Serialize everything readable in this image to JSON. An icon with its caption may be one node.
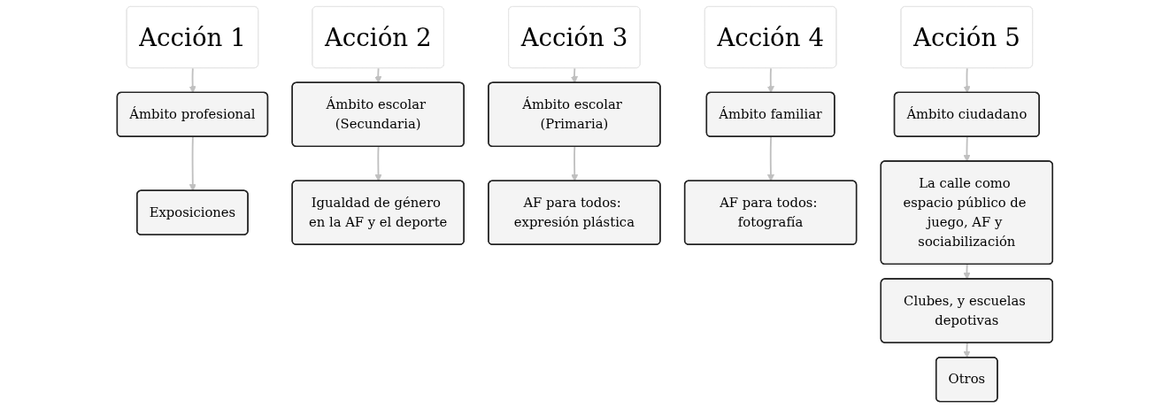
{
  "diagram": {
    "nodes": [
      {
        "text": [
          "Acción 1"
        ]
      },
      {
        "text": [
          "Ámbito profesional"
        ]
      },
      {
        "text": [
          "Exposiciones"
        ]
      },
      {
        "text": [
          "Acción 2"
        ]
      },
      {
        "text": [
          "Ámbito escolar (Secundaria)"
        ]
      },
      {
        "text": [
          "Igualdad de género en la AF y el deporte"
        ]
      },
      {
        "text": [
          "Acción 3"
        ]
      },
      {
        "text": [
          "Ámbito escolar (Primaria)"
        ]
      },
      {
        "text": [
          "AF para todos: expresión plástica"
        ]
      },
      {
        "text": [
          "Acción 4"
        ]
      },
      {
        "text": [
          "Ámbito familiar"
        ]
      },
      {
        "text": [
          "AF para todos: fotografía"
        ]
      },
      {
        "text": [
          "Acción 5"
        ]
      },
      {
        "text": [
          "Ámbito ciudadano"
        ]
      },
      {
        "text": [
          "La calle como espacio público de juego, AF y sociabilización"
        ]
      },
      {
        "text": [
          "Clubes, y escuelas depotivas"
        ]
      },
      {
        "text": [
          "Otros"
        ]
      }
    ],
    "edges": [
      {
        "from": 0,
        "to": 1,
        "arrow": "to"
      },
      {
        "from": 1,
        "to": 2,
        "arrow": "to"
      },
      {
        "from": 3,
        "to": 4,
        "arrow": "to"
      },
      {
        "from": 4,
        "to": 5,
        "arrow": "to"
      },
      {
        "from": 6,
        "to": 7,
        "arrow": "to"
      },
      {
        "from": 7,
        "to": 8,
        "arrow": "to"
      },
      {
        "from": 9,
        "to": 10,
        "arrow": "to"
      },
      {
        "from": 10,
        "to": 11,
        "arrow": "to"
      },
      {
        "from": 12,
        "to": 13,
        "arrow": "to"
      },
      {
        "from": 13,
        "to": 14,
        "arrow": "to"
      },
      {
        "from": 14,
        "to": 15,
        "arrow": "to"
      },
      {
        "from": 15,
        "to": 16,
        "arrow": "to"
      }
    ]
  }
}
